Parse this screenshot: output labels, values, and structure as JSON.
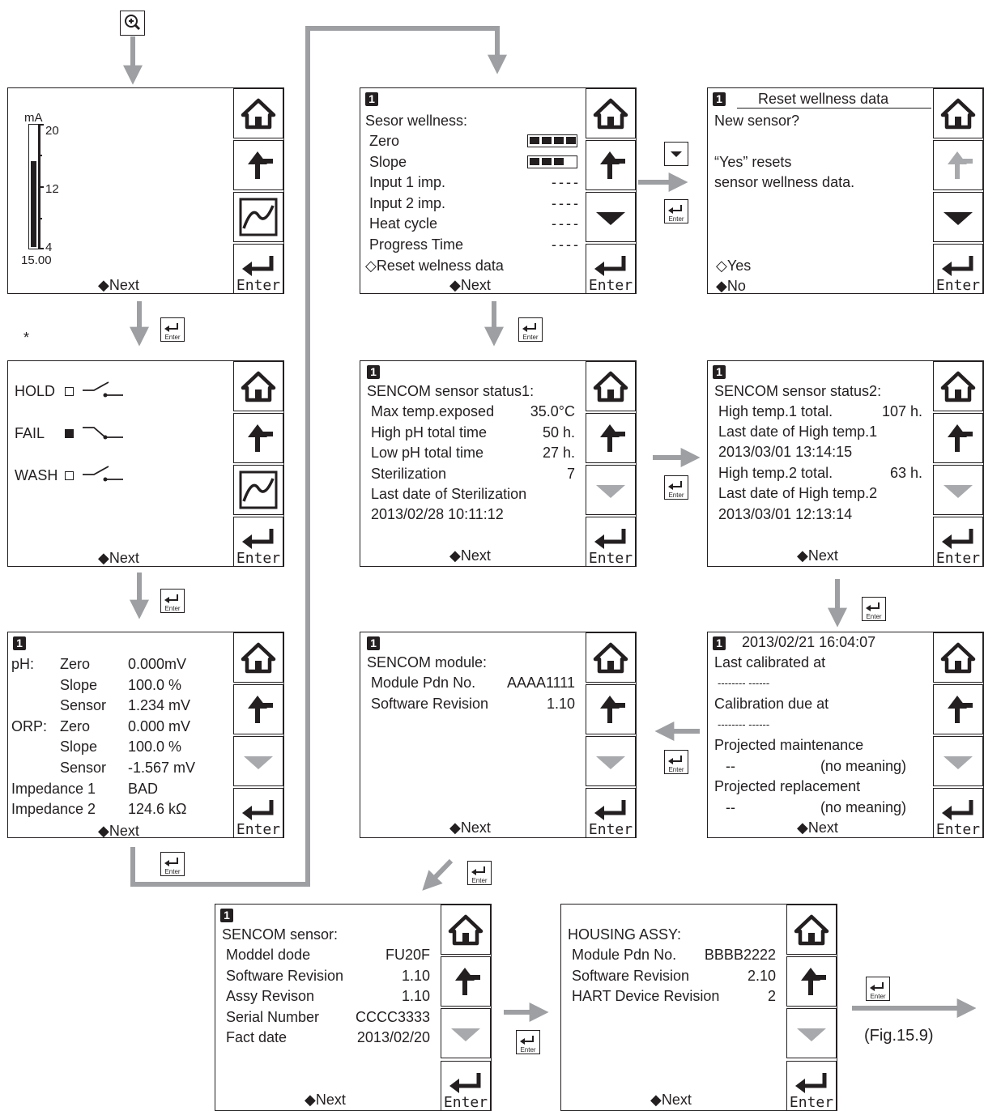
{
  "colors": {
    "ink": "#231f20",
    "arrow": "#9d9fa2",
    "disabled": "#a7a9ac"
  },
  "common": {
    "next": "Next",
    "enter": "Enter",
    "enter_key": "Enter",
    "star": "*",
    "fig_ref": "(Fig.15.9)",
    "panel_no": "1"
  },
  "s1": {
    "unit": "mA",
    "t20": "20",
    "t12": "12",
    "t4": "4",
    "value": "15.00",
    "bar_level": 0.69
  },
  "s2": {
    "rows": [
      {
        "label": "HOLD",
        "state": "open"
      },
      {
        "label": "FAIL",
        "state": "closed"
      },
      {
        "label": "WASH",
        "state": "open"
      }
    ]
  },
  "s3": {
    "rows": [
      [
        "pH:",
        "Zero",
        "0.000mV"
      ],
      [
        "",
        "Slope",
        "100.0 %"
      ],
      [
        "",
        "Sensor",
        "1.234 mV"
      ],
      [
        "ORP:",
        "Zero",
        "0.000 mV"
      ],
      [
        "",
        "Slope",
        "100.0 %"
      ],
      [
        "",
        "Sensor",
        "-1.567 mV"
      ],
      [
        "Impedance 1",
        "",
        "BAD"
      ],
      [
        "Impedance 2",
        "",
        "124.6 kΩ"
      ]
    ]
  },
  "s4": {
    "title": "Sesor wellness:",
    "rows": [
      {
        "label": "Zero",
        "bars": 4
      },
      {
        "label": "Slope",
        "bars": 3
      },
      {
        "label": "Input 1 imp.",
        "value": "----"
      },
      {
        "label": "Input 2 imp.",
        "value": "----"
      },
      {
        "label": "Heat cycle",
        "value": "----"
      },
      {
        "label": "Progress Time",
        "value": "----"
      }
    ],
    "option": "Reset welness data"
  },
  "s5": {
    "header": "Reset wellness data",
    "question": "New sensor?",
    "line1": "“Yes”  resets",
    "line2": "sensor wellness data.",
    "yes": "Yes",
    "no": "No"
  },
  "s6": {
    "title": "SENCOM sensor status1:",
    "rows": [
      [
        "Max temp.exposed",
        "35.0°C"
      ],
      [
        "High pH total time",
        "50 h."
      ],
      [
        "Low pH total time",
        "27 h."
      ],
      [
        "Sterilization",
        "7"
      ]
    ],
    "last_label": "Last date of Sterilization",
    "last_value": "2013/02/28 10:11:12"
  },
  "s7": {
    "title": "SENCOM sensor status2:",
    "r1_label": "High temp.1 total.",
    "r1_value": "107 h.",
    "r2": "Last date of High temp.1",
    "r3": "2013/03/01 13:14:15",
    "r4_label": "High temp.2 total.",
    "r4_value": "63 h.",
    "r5": "Last date of High temp.2",
    "r6": "2013/03/01 12:13:14"
  },
  "s8": {
    "datetime": "2013/02/21 16:04:07",
    "lines": [
      "Last calibrated at",
      "-------- ------",
      "Calibration due at",
      "-------- ------",
      "Projected maintenance"
    ],
    "pm_dash": "--",
    "pm_value": "(no meaning)",
    "pr_label": "Projected replacement",
    "pr_dash": "--",
    "pr_value": "(no meaning)"
  },
  "s9": {
    "title": "SENCOM module:",
    "rows": [
      [
        "Module Pdn No.",
        "AAAA1111"
      ],
      [
        "Software Revision",
        "1.10"
      ]
    ]
  },
  "s10": {
    "title": "SENCOM sensor:",
    "rows": [
      [
        "Moddel dode",
        "FU20F"
      ],
      [
        "Software Revision",
        "1.10"
      ],
      [
        "Assy Revison",
        "1.10"
      ],
      [
        "Serial Number",
        "CCCC3333"
      ],
      [
        "Fact date",
        "2013/02/20"
      ]
    ]
  },
  "s11": {
    "title": "HOUSING ASSY:",
    "rows": [
      [
        "Module Pdn No.",
        "BBBB2222"
      ],
      [
        "Software Revision",
        "2.10"
      ],
      [
        "HART Device Revision",
        "2"
      ]
    ]
  }
}
